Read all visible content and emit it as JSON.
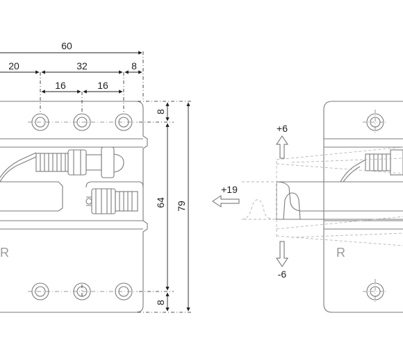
{
  "dimensions": {
    "width_total": "60",
    "left_offset": "20",
    "span": "32",
    "right_offset": "8",
    "pitch_left": "16",
    "pitch_right": "16",
    "top_margin": "8",
    "middle": "64",
    "overall_height": "79",
    "bottom_margin": "8"
  },
  "adjustments": {
    "up": "+6",
    "down": "-6",
    "side": "+19"
  },
  "marks": {
    "left_letter": "R",
    "right_letter": "R"
  },
  "colors": {
    "outline": "#7a7a7a",
    "dimension": "#1f1f1f",
    "ghost": "#b5b5b5"
  }
}
